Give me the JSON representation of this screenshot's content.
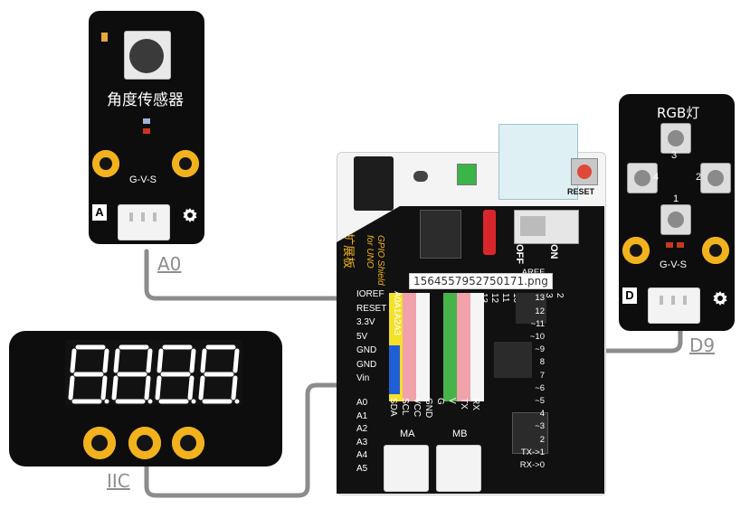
{
  "angle_sensor": {
    "title": "角度传感器",
    "pin_label": "G-V-S",
    "type_letter": "A",
    "wire_label": "A0"
  },
  "rgb_module": {
    "title": "RGB灯",
    "pin_label": "G-V-S",
    "type_letter": "D",
    "wire_label": "D9",
    "led_numbers": [
      "3",
      "4",
      "2",
      "1"
    ]
  },
  "display_module": {
    "wire_label": "IIC"
  },
  "board": {
    "tooltip": "1564557952750171.png",
    "reset_label": "RESET",
    "switch_off": "OFF",
    "switch_on": "ON",
    "gpio_label": "GPIO Shield",
    "for_uno": "for UNO",
    "shield_cn": "扩展板",
    "left_power_pins": [
      "IOREF",
      "RESET",
      "3.3V",
      "5V",
      "GND",
      "GND",
      "Vin"
    ],
    "analog_pins": [
      "A0",
      "A1",
      "A2",
      "A3",
      "A4",
      "A5"
    ],
    "top_analog_headers": "A0A1A2A3",
    "col_labels_top": [
      "13",
      "12",
      "11",
      "10",
      "9",
      "4",
      "3",
      "2"
    ],
    "bottom_col_labels": [
      "SDA",
      "SCL",
      "VCC",
      "GND",
      "G",
      "V",
      "TX",
      "RX"
    ],
    "right_pins": [
      "AREF",
      "GND",
      "13",
      "12",
      "~11",
      "~10",
      "~9",
      "8",
      "7",
      "~6",
      "~5",
      "4",
      "~3",
      "2",
      "TX->1",
      "RX->0"
    ],
    "motor_a": "MA",
    "motor_b": "MB"
  },
  "colors": {
    "wire": "#8c8c8c",
    "pad": "#f2b21d",
    "board_red": "#d9262c",
    "col_blue": "#1f5fd6",
    "col_yellow": "#f4e12a",
    "col_pink": "#f1a2ab",
    "col_green": "#47b44a",
    "col_white": "#f5f5f5",
    "segment": "#ffffff"
  },
  "icons": [
    "gear-icon",
    "potentiometer-icon",
    "rgb-led-icon",
    "seven-segment-icon"
  ]
}
